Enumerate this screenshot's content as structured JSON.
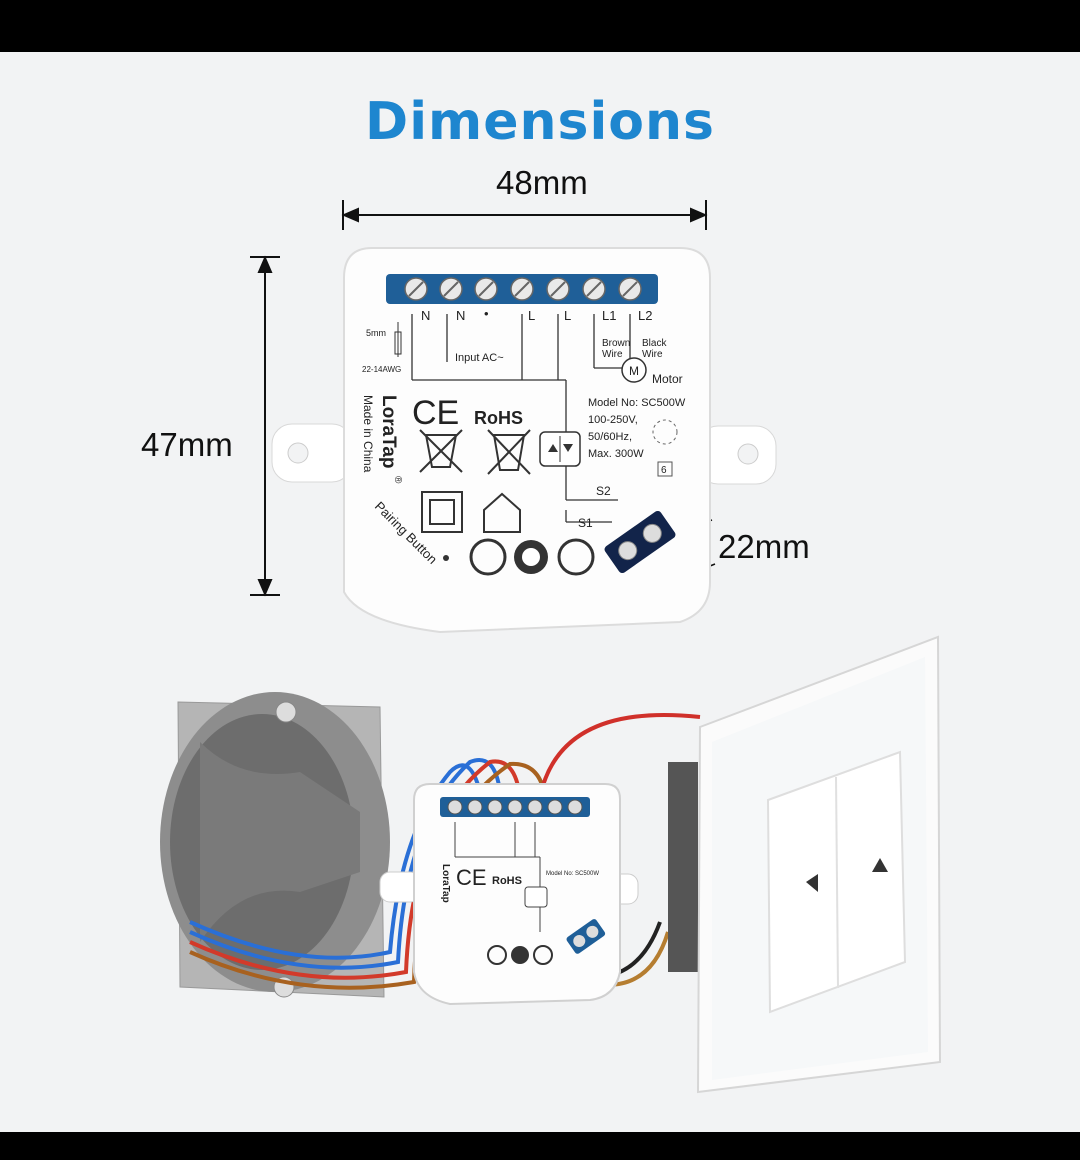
{
  "title": "Dimensions",
  "colors": {
    "accent": "#1e86cf",
    "terminal_blue": "#1f5f98",
    "device_white": "#ffffff",
    "background": "#f2f3f4"
  },
  "dimensions": {
    "width": "48mm",
    "height": "47mm",
    "depth": "22mm"
  },
  "device": {
    "brand": "LoraTap",
    "registered": "®",
    "origin": "Made in China",
    "terminals": [
      "N",
      "N",
      "•",
      "L",
      "L",
      "L1",
      "L2"
    ],
    "wire_size": "5mm",
    "awg": "22-14AWG",
    "input_label": "Input  AC~",
    "brown_wire": [
      "Brown",
      "Wire"
    ],
    "black_wire": [
      "Black",
      "Wire"
    ],
    "motor_symbol": "M",
    "motor_label": "Motor",
    "model": "Model No: SC500W",
    "voltage": "100-250V,",
    "frequency": "50/60Hz,",
    "max_power": "Max. 300W",
    "class_mark": "6",
    "ce": "CE",
    "rohs": "RoHS",
    "s1": "S1",
    "s2": "S2",
    "pairing": "Pairing Button"
  }
}
